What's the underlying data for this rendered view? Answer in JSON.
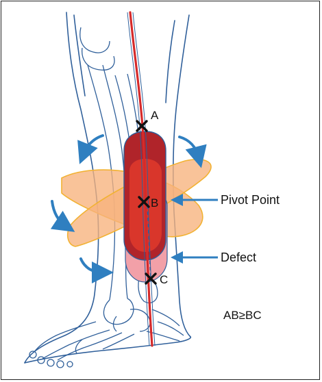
{
  "points": {
    "a": "A",
    "b": "B",
    "c": "C"
  },
  "callouts": {
    "pivot": "Pivot Point",
    "defect": "Defect"
  },
  "formula": "AB≥BC",
  "colors": {
    "outline": "#2f5f9a",
    "vessel": "#d62a2a",
    "flap_dark": "#b0242a",
    "flap_mid": "#e03a2c",
    "defect": "#f2a0a8",
    "rotation_fill": "#f7b27c",
    "rotation_stroke": "#f2b233",
    "arrow": "#2f7fc0",
    "marker": "#111111"
  },
  "icons": {
    "marker": "x-mark",
    "rotation": "curved-arrow",
    "pointer": "left-arrow"
  }
}
